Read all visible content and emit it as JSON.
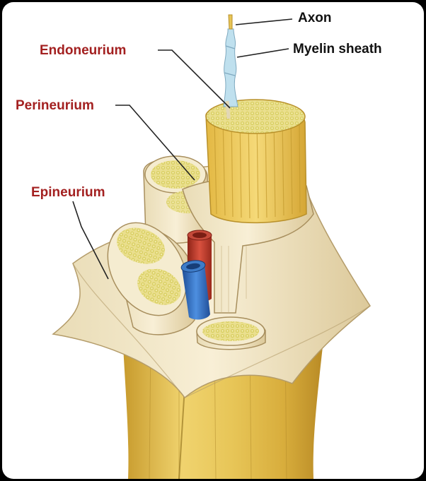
{
  "labels": {
    "axon": "Axon",
    "myelin_sheath": "Myelin sheath",
    "endoneurium": "Endoneurium",
    "perineurium": "Perineurium",
    "epineurium": "Epineurium"
  },
  "colors": {
    "background": "#ffffff",
    "frame": "#000000",
    "red_label": "#a32020",
    "black_label": "#111111",
    "nerve_yellow": "#e8c65a",
    "fascicle_dots": "#d8d47a",
    "epineurium_sheet": "#f3e7c8",
    "artery": "#c0392b",
    "vein": "#2f6fbf",
    "myelin_blue": "#bfe0ee"
  }
}
